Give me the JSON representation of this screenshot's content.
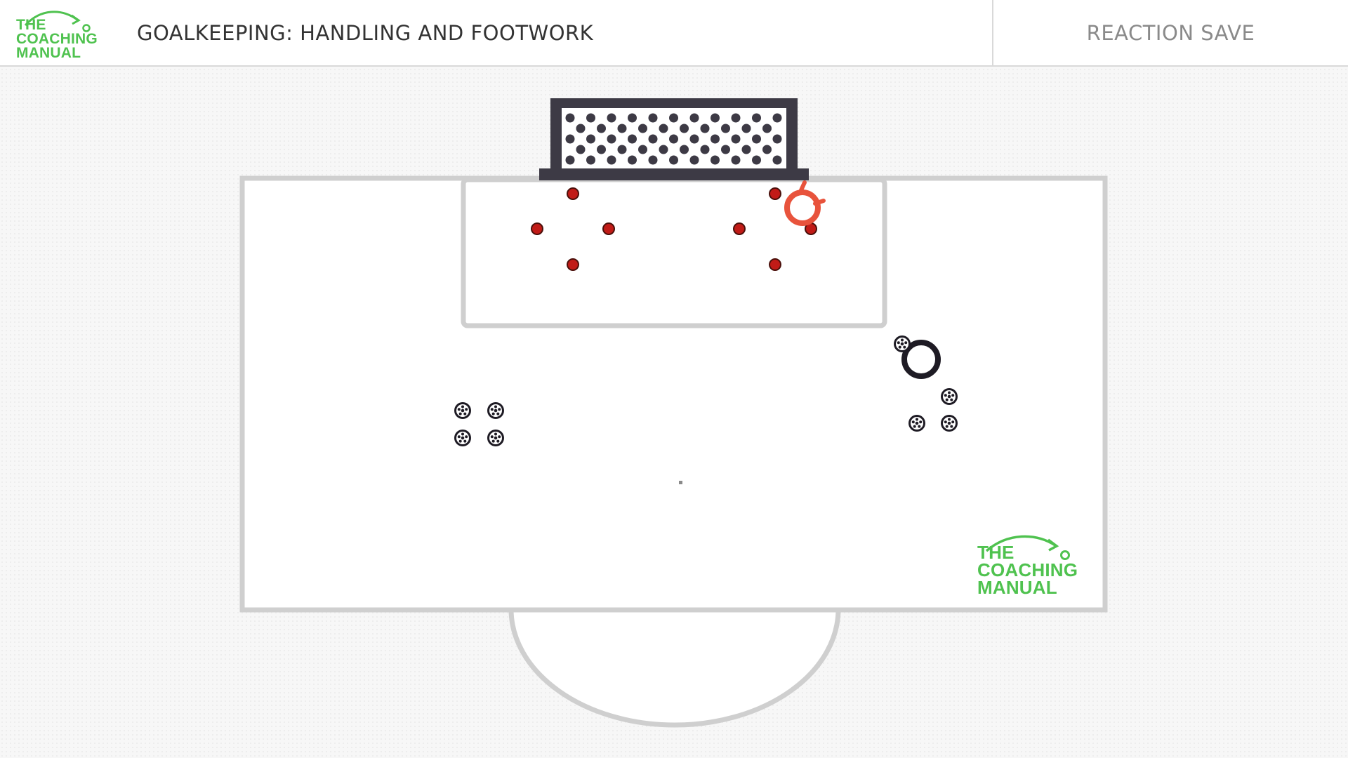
{
  "header": {
    "logo": [
      "THE",
      "COACHING",
      "MANUAL"
    ],
    "title": "GOALKEEPING: HANDLING AND FOOTWORK",
    "subtitle": "REACTION SAVE"
  },
  "pitch_logo": [
    "THE",
    "COACHING",
    "MANUAL"
  ],
  "colors": {
    "brand_green": "#4fc24f",
    "pitch_lines": "#cfcfcf",
    "goal_frame": "#3d3a45",
    "marker_red": "#c11b17",
    "player_orange": "#e8533c",
    "player_black": "#1e1b24"
  },
  "diagram": {
    "goal": "goal",
    "markers": [
      "cone",
      "cone",
      "cone",
      "cone",
      "cone",
      "cone",
      "cone",
      "cone"
    ],
    "players": [
      {
        "role": "goalkeeper",
        "color": "orange"
      },
      {
        "role": "server",
        "color": "black"
      }
    ],
    "ball_groups": [
      {
        "name": "left-ball-stack",
        "count": 4
      },
      {
        "name": "right-ball-stack",
        "count": 3
      }
    ],
    "player_ball": 1,
    "penalty_spot": true
  }
}
